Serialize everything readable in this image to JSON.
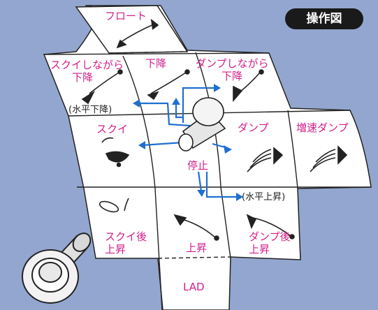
{
  "title": "操作図",
  "cells": {
    "float": "フロート",
    "curl_while_lower": [
      "スクイしながら",
      "下降"
    ],
    "lower": "下降",
    "dump_while_lower": [
      "ダンプしながら",
      "下降"
    ],
    "curl": "スクイ",
    "stop": "停止",
    "dump": "ダンプ",
    "fast_dump": "増速ダンプ",
    "curl_then_raise": [
      "スクイ後",
      "上昇"
    ],
    "raise": "上昇",
    "dump_then_raise": [
      "ダンプ後",
      "上昇"
    ],
    "lad": "LAD"
  },
  "annotations": {
    "horizontal_lower": "(水平下降)",
    "horizontal_raise": "(水平上昇)"
  },
  "colors": {
    "background": "#93a6cf",
    "panel": "#ffffff",
    "label_text": "#d21f8a",
    "arrow": "#1f6fd1",
    "outline": "#222222",
    "badge": "#1a1a1a"
  }
}
